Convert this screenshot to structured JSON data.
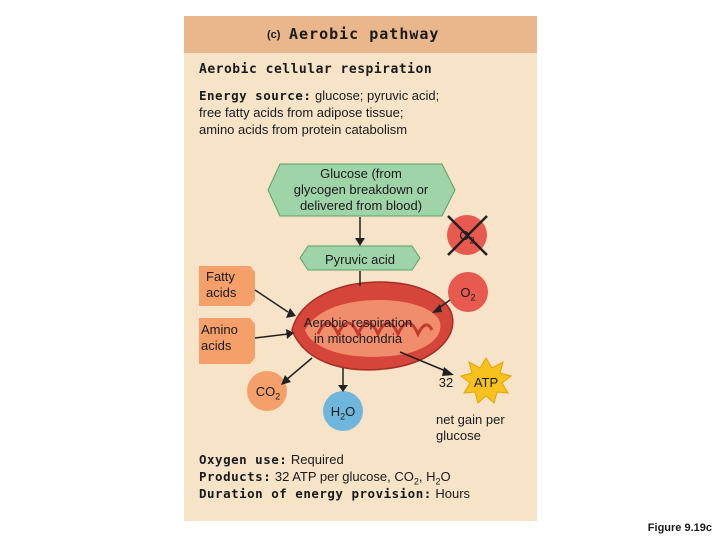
{
  "header": {
    "letter": "(c)",
    "title": "Aerobic pathway"
  },
  "section_title": "Aerobic cellular respiration",
  "energy": {
    "label": "Energy source:",
    "line1": "glucose; pyruvic acid;",
    "line2": "free fatty acids from adipose tissue;",
    "line3": "amino acids from protein catabolism"
  },
  "nodes": {
    "glucose": [
      "Glucose (from",
      "glycogen breakdown or",
      "delivered from blood)"
    ],
    "pyruvic": "Pyruvic acid",
    "fatty": [
      "Fatty",
      "acids"
    ],
    "amino": [
      "Amino",
      "acids"
    ],
    "respiration": [
      "Aerobic respiration",
      "in mitochondria"
    ],
    "o2_top": "O",
    "o2_top_sub": "2",
    "o2": "O",
    "o2_sub": "2",
    "co2": "CO",
    "co2_sub": "2",
    "h2o_h": "H",
    "h2o_sub": "2",
    "h2o_o": "O",
    "atp_count": "32",
    "atp": "ATP",
    "net_gain": [
      "net gain per",
      "glucose"
    ]
  },
  "footer": {
    "oxygen_label": "Oxygen use:",
    "oxygen_value": "Required",
    "products_label": "Products:",
    "products_value_a": "32 ATP per glucose, CO",
    "products_sub1": "2",
    "products_value_b": ", H",
    "products_sub2": "2",
    "products_value_c": "O",
    "duration_label": "Duration of energy provision:",
    "duration_value": "Hours"
  },
  "figure_label": "Figure 9.19c",
  "colors": {
    "panel": "#f7e3c8",
    "header": "#eab78c",
    "green": "#9fd3a8",
    "orange": "#f5a06a",
    "red": "#e85a4f",
    "blue": "#6fb6dd",
    "atp": "#f7c11e",
    "mito": "#d6453a"
  }
}
